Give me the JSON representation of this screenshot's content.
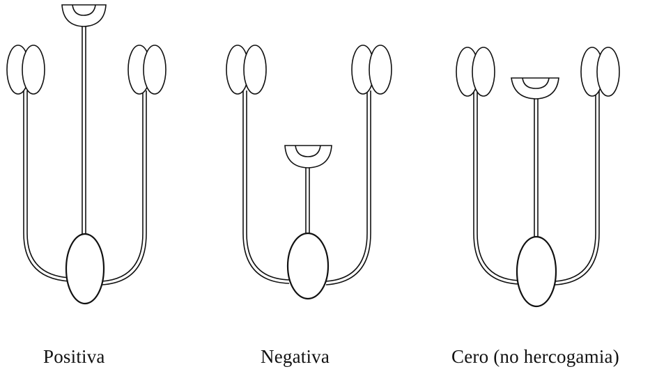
{
  "figure": {
    "panels": [
      {
        "id": "positiva",
        "caption": "Positiva"
      },
      {
        "id": "negativa",
        "caption": "Negativa"
      },
      {
        "id": "cero",
        "caption": "Cero (no hercogamia)"
      }
    ]
  },
  "colors": {
    "line": "#111111",
    "background": "#ffffff"
  }
}
